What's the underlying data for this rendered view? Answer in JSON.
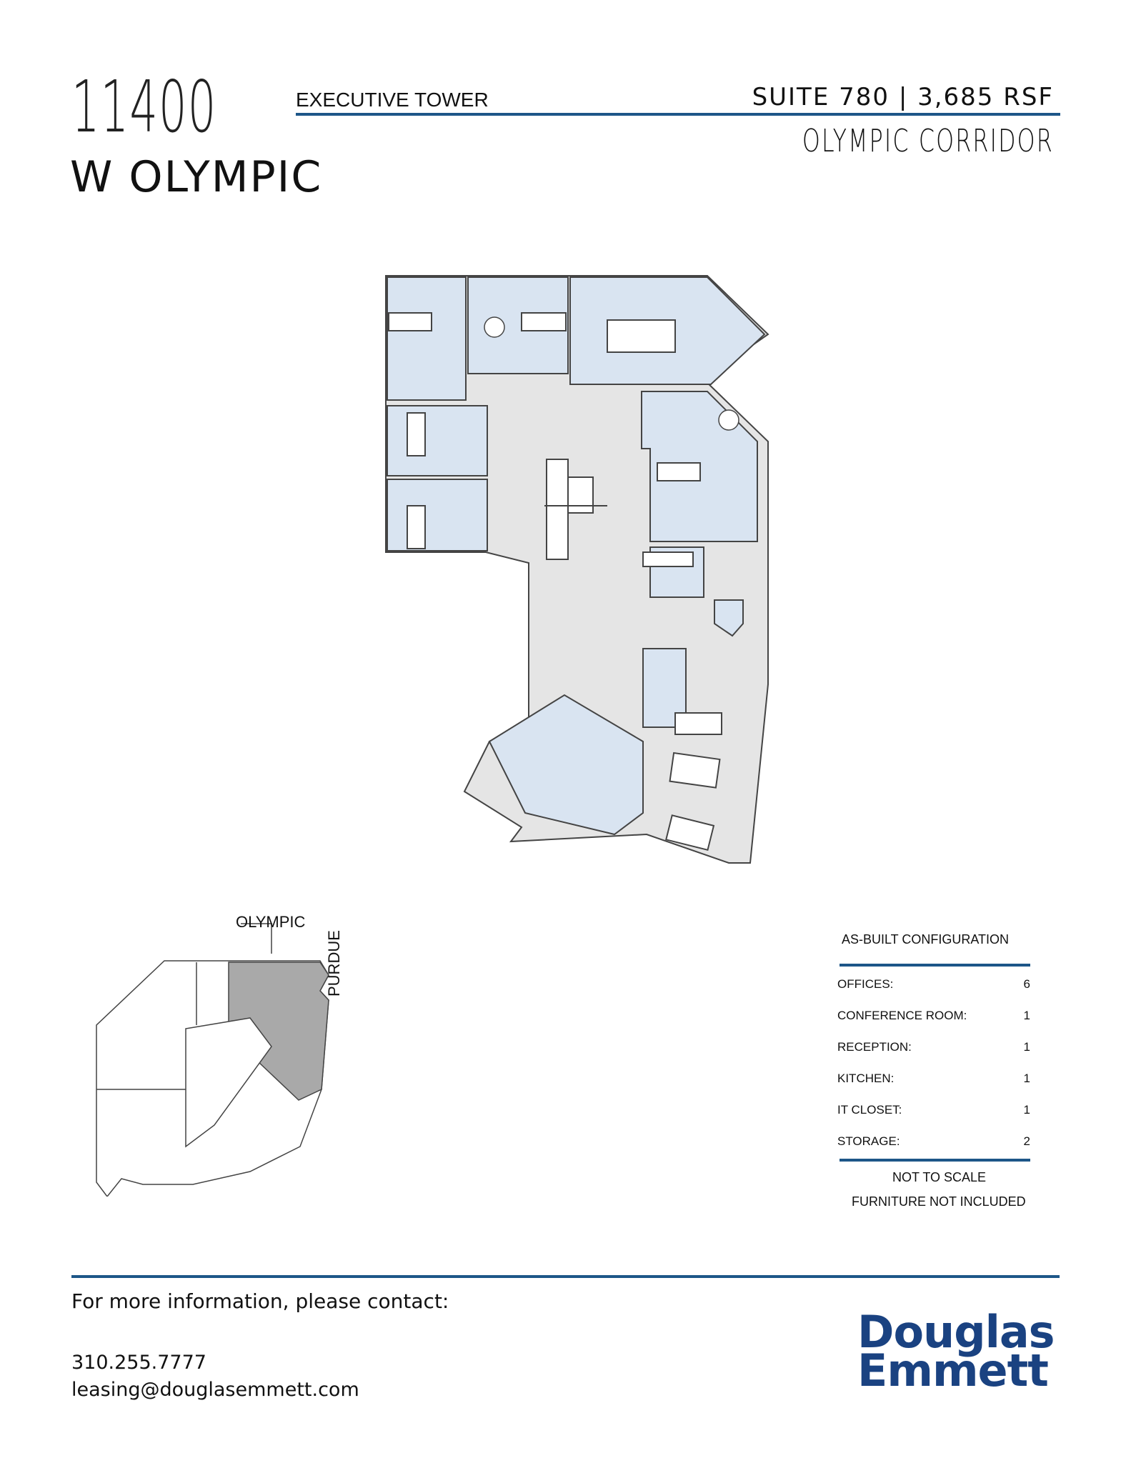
{
  "header": {
    "address_number": "11400",
    "address_street": "W OLYMPIC",
    "building_name": "EXECUTIVE TOWER",
    "suite_info": "SUITE 780 | 3,685 RSF",
    "submarket": "OLYMPIC CORRIDOR"
  },
  "colors": {
    "accent_rule": "#1d5688",
    "office_fill": "#d9e4f1",
    "common_fill": "#e5e5e5",
    "keymap_highlight": "#a9a9a9",
    "logo": "#1a4281"
  },
  "floor_plan": {
    "rooms": [
      "office",
      "office",
      "conference room",
      "office",
      "office",
      "office",
      "office",
      "reception",
      "kitchen",
      "it closet",
      "storage",
      "storage",
      "open area"
    ]
  },
  "keymap": {
    "street_top": "OLYMPIC",
    "street_side": "PURDUE"
  },
  "configuration": {
    "title": "AS-BUILT CONFIGURATION",
    "rows": [
      {
        "label": "OFFICES:",
        "value": "6"
      },
      {
        "label": "CONFERENCE ROOM:",
        "value": "1"
      },
      {
        "label": "RECEPTION:",
        "value": "1"
      },
      {
        "label": "KITCHEN:",
        "value": "1"
      },
      {
        "label": "IT CLOSET:",
        "value": "1"
      },
      {
        "label": "STORAGE:",
        "value": "2"
      }
    ],
    "note_scale": "NOT TO SCALE",
    "note_furniture": "FURNITURE NOT INCLUDED"
  },
  "contact": {
    "heading": "For more information, please contact:",
    "phone": "310.255.7777",
    "email": "leasing@douglasemmett.com"
  },
  "logo": {
    "line1": "Douglas",
    "line2": "Emmett"
  }
}
